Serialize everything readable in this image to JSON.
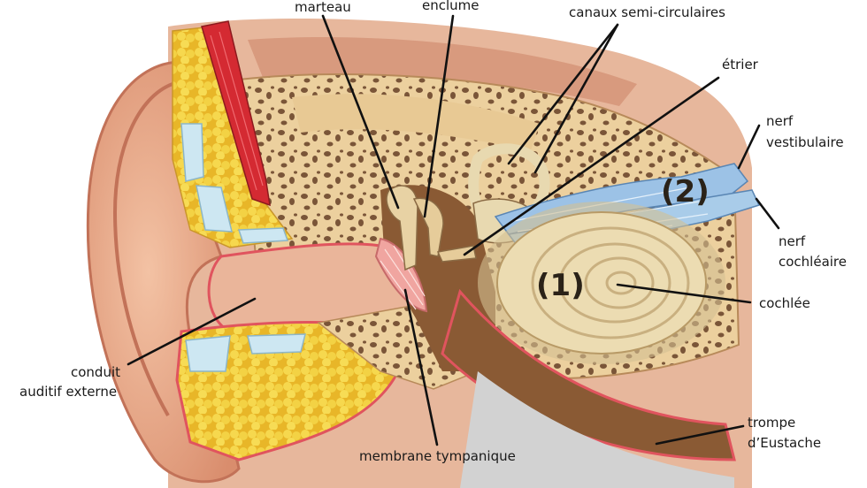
{
  "labels": {
    "marteau": "marteau",
    "enclume": "enclume",
    "canaux": "canaux semi-circulaires",
    "etrier": "étrier",
    "nerf_vestibulaire_1": "nerf",
    "nerf_vestibulaire_2": "vestibulaire",
    "nerf_cochleaire_1": "nerf",
    "nerf_cochleaire_2": "cochléaire",
    "cochlee": "cochlée",
    "conduit_1": "conduit",
    "conduit_2": "auditif externe",
    "membrane": "membrane tympanique",
    "trompe_1": "trompe",
    "trompe_2": "d’Eustache"
  },
  "region_markers": {
    "one": "(1)",
    "two": "(2)"
  },
  "colors": {
    "skin": "#e8a88a",
    "skin_dark": "#c77a60",
    "bone": "#e8c994",
    "bone_spot": "#7a5538",
    "fat": "#f2cf42",
    "muscle": "#d42a32",
    "nerve": "#9cc2e6",
    "cochlea": "#ecdcb2",
    "membrane": "#f0a5a0",
    "mucosa": "#e0545e"
  }
}
